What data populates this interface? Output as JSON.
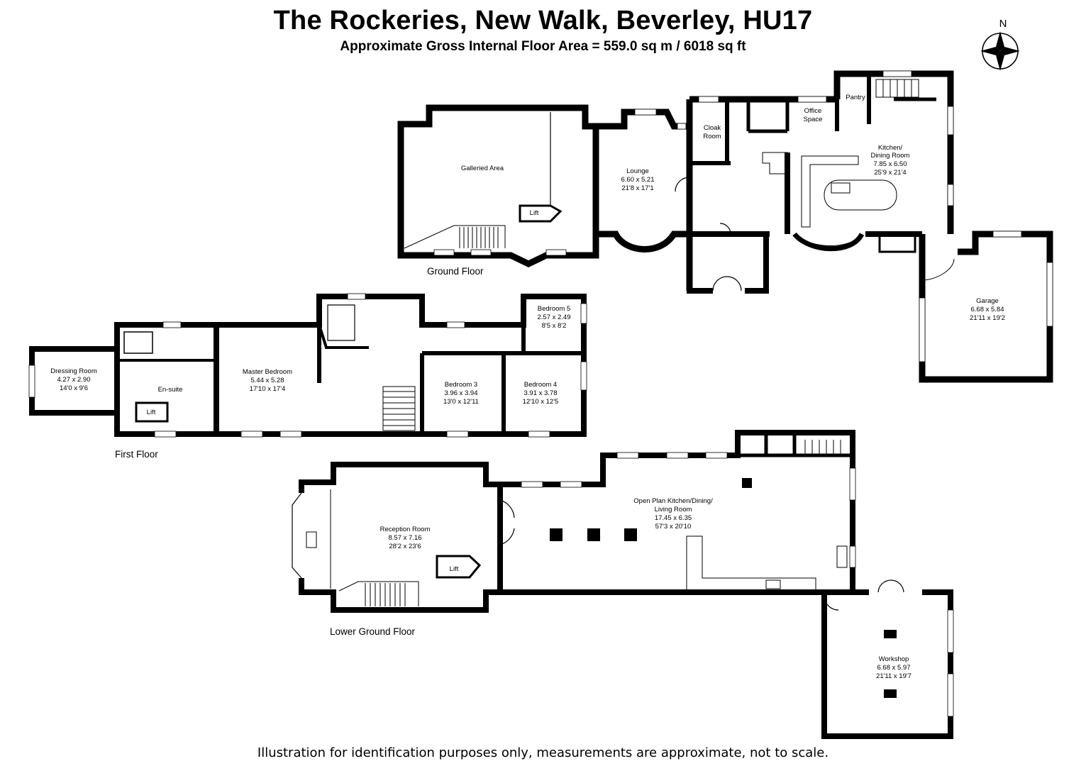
{
  "header": {
    "title": "The Rockeries, New Walk, Beverley, HU17",
    "subtitle": "Approximate Gross Internal Floor Area = 559.0 sq m / 6018 sq ft"
  },
  "compass": {
    "label": "N",
    "icon": "compass-rose-icon"
  },
  "floors": {
    "ground": "Ground Floor",
    "first": "First Floor",
    "lower": "Lower Ground Floor"
  },
  "rooms": {
    "galleried": {
      "name": "Galleried Area"
    },
    "lift_ground": {
      "name": "Lift"
    },
    "lounge": {
      "name": "Lounge",
      "metric": "6.60 x 5.21",
      "imperial": "21'8 x 17'1"
    },
    "cloak": {
      "name1": "Cloak",
      "name2": "Room"
    },
    "office": {
      "name1": "Office",
      "name2": "Space"
    },
    "pantry": {
      "name": "Pantry"
    },
    "kitchen": {
      "name1": "Kitchen/",
      "name2": "Dining Room",
      "metric": "7.85 x 6.50",
      "imperial": "25'9 x 21'4"
    },
    "garage": {
      "name": "Garage",
      "metric": "6.68 x 5.84",
      "imperial": "21'11 x 19'2"
    },
    "dressing": {
      "name": "Dressing Room",
      "metric": "4.27 x 2.90",
      "imperial": "14'0 x 9'6"
    },
    "ensuite": {
      "name": "En-suite"
    },
    "lift_first": {
      "name": "Lift"
    },
    "master": {
      "name": "Master Bedroom",
      "metric": "5.44 x 5.28",
      "imperial": "17'10 x 17'4"
    },
    "bed3": {
      "name": "Bedroom 3",
      "metric": "3.96 x 3.94",
      "imperial": "13'0 x 12'11"
    },
    "bed4": {
      "name": "Bedroom 4",
      "metric": "3.91 x 3.78",
      "imperial": "12'10 x 12'5"
    },
    "bed5": {
      "name": "Bedroom 5",
      "metric": "2.57 x 2.49",
      "imperial": "8'5 x 8'2"
    },
    "reception": {
      "name": "Reception Room",
      "metric": "8.57 x 7.16",
      "imperial": "28'2 x 23'6"
    },
    "lift_lower": {
      "name": "Lift"
    },
    "openplan": {
      "name1": "Open Plan Kitchen/Dining/",
      "name2": "Living Room",
      "metric": "17.45 x 6.35",
      "imperial": "57'3 x 20'10"
    },
    "workshop": {
      "name": "Workshop",
      "metric": "6.68 x 5.97",
      "imperial": "21'11 x 19'7"
    }
  },
  "footer": {
    "disclaimer": "Illustration for identification purposes only, measurements are approximate, not to scale."
  }
}
